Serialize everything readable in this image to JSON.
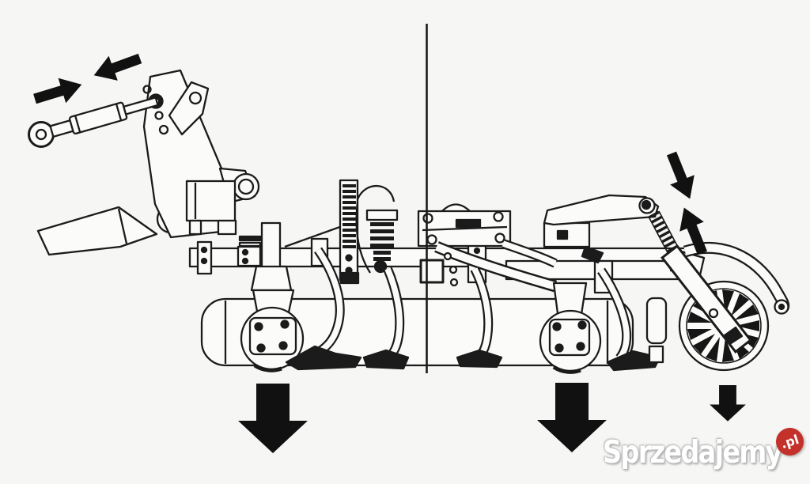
{
  "page": {
    "background_color": "#f6f6f4"
  },
  "drawing": {
    "ink_color": "#1b1b1b",
    "kind": "technical line drawing of a mounted cultivator / seeder implement, side view",
    "center_reference_line": true,
    "annotation_icons": [
      {
        "name": "top-link-compress-arrows-icon",
        "glyph": "two solid black arrows pointing toward each other",
        "location": "upper-left, at top-link turnbuckle"
      },
      {
        "name": "depth-adjust-arrows-icon",
        "glyph": "two solid black arrows pointing toward each other vertically",
        "location": "right, above gauge star wheel"
      },
      {
        "name": "down-force-arrow-left-icon",
        "glyph": "large solid black arrow pointing down",
        "location": "below left press wheel"
      },
      {
        "name": "down-force-arrow-center-icon",
        "glyph": "large solid black arrow pointing down",
        "location": "below right press wheel"
      },
      {
        "name": "down-force-arrow-right-icon",
        "glyph": "small solid black arrow pointing down",
        "location": "below star wheel"
      }
    ]
  },
  "watermark": {
    "brand": "Sprzedajemy",
    "tld": ".pl",
    "text_color": "#ffffff",
    "badge_color": "#c3312a",
    "shadow_color": "#aaaaaa"
  }
}
